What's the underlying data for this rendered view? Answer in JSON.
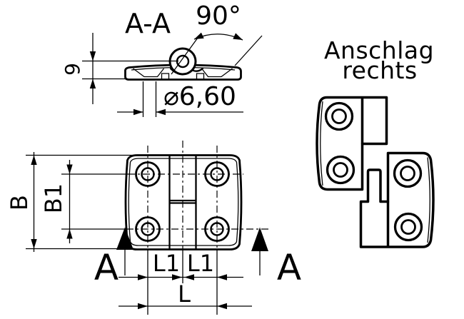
{
  "colors": {
    "line": "#000000",
    "background": "#ffffff"
  },
  "section_view": {
    "label": "A-A",
    "angle": "90°",
    "pin_height": "9",
    "hole_diameter": "⌀6,60"
  },
  "front_view": {
    "dim_b": "B",
    "dim_b1": "B1",
    "dim_l1_left": "L1",
    "dim_l1_right": "L1",
    "dim_l": "L",
    "cut_arrow_left": "A",
    "cut_arrow_right": "A"
  },
  "right_view": {
    "note_line1": "Anschlag",
    "note_line2": "rechts"
  }
}
